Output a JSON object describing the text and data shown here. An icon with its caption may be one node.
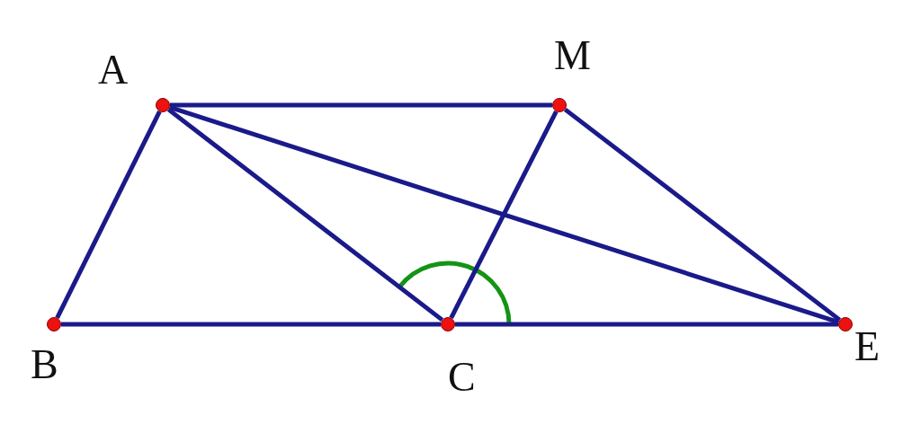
{
  "diagram": {
    "nodes": [
      {
        "text": [
          "A"
        ]
      },
      {
        "text": [
          "M"
        ]
      },
      {
        "text": [
          "B"
        ]
      },
      {
        "text": [
          "C"
        ]
      },
      {
        "text": [
          "E"
        ]
      }
    ],
    "edges": [
      {
        "from": 0,
        "to": 1,
        "arrow": "none"
      },
      {
        "from": 0,
        "to": 2,
        "arrow": "none"
      },
      {
        "from": 0,
        "to": 3,
        "arrow": "none"
      },
      {
        "from": 0,
        "to": 4,
        "arrow": "none"
      },
      {
        "from": 1,
        "to": 3,
        "arrow": "none"
      },
      {
        "from": 1,
        "to": 4,
        "arrow": "none"
      },
      {
        "from": 2,
        "to": 3,
        "arrow": "none"
      },
      {
        "from": 3,
        "to": 4,
        "arrow": "none"
      }
    ]
  }
}
